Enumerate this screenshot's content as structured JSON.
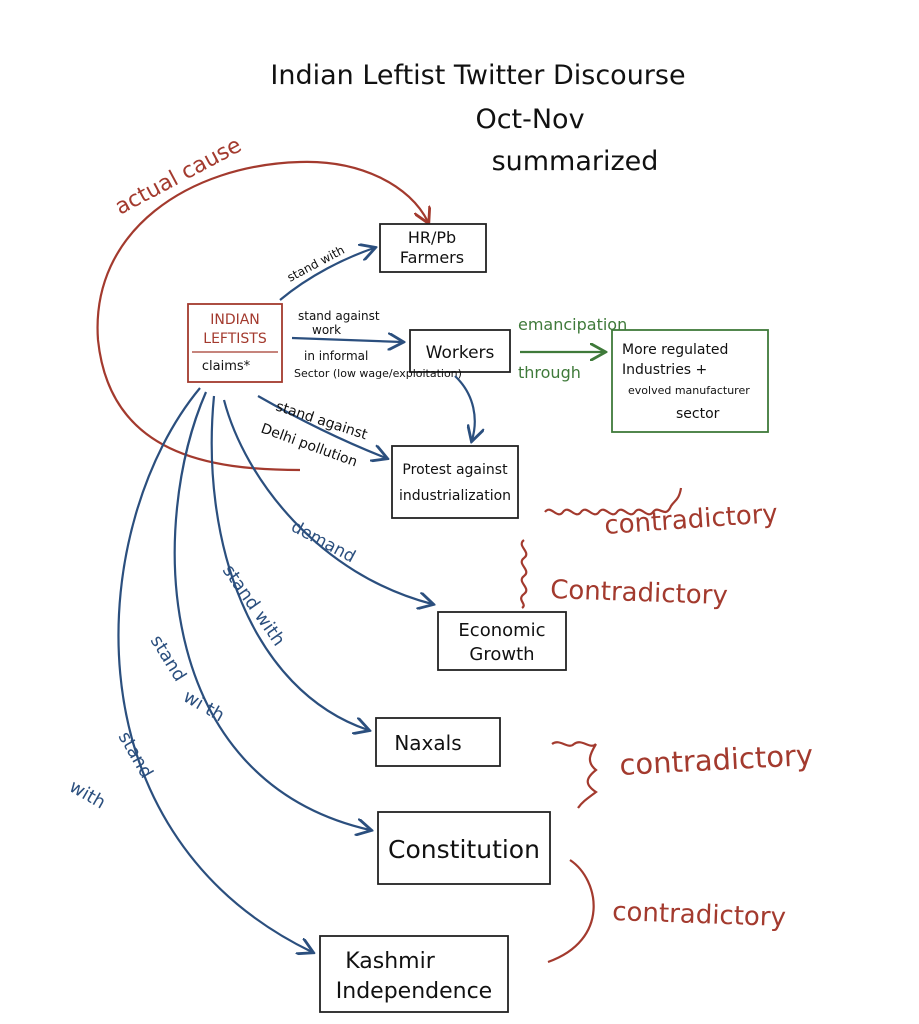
{
  "title": {
    "line1": "Indian Leftist Twitter Discourse",
    "line2": "Oct-Nov",
    "line3": "summarized"
  },
  "nodes": {
    "leftists_line1": "INDIAN",
    "leftists_line2": "LEFTISTS",
    "claims": "claims*",
    "farmers_line1": "HR/Pb",
    "farmers_line2": "Farmers",
    "workers": "Workers",
    "industries_line1": "More regulated",
    "industries_line2": "Industries +",
    "industries_line3": "evolved manufacturer",
    "industries_line4": "sector",
    "protest_line1": "Protest against",
    "protest_line2": "industrialization",
    "growth_line1": "Economic",
    "growth_line2": "Growth",
    "naxals": "Naxals",
    "constitution": "Constitution",
    "kashmir_line1": "Kashmir",
    "kashmir_line2": "Independence"
  },
  "edges": {
    "actual_cause": "actual cause",
    "stand_with_farmers": "stand with",
    "stand_against_work_1": "stand against",
    "stand_against_work_2": "work",
    "informal_1": "in informal",
    "informal_2": "Sector (low wage/exploitation)",
    "emancipation": "emancipation",
    "through": "through",
    "stand_against_pollution_1": "stand against",
    "stand_against_pollution_2": "Delhi pollution",
    "demand": "demand",
    "stand_with_naxals": "stand with",
    "stand_with_constitution_1": "stand",
    "stand_with_constitution_2": "wi th",
    "stand_with_kashmir_1": "stand",
    "stand_with_kashmir_2": "with"
  },
  "contradictions": [
    "contradictory",
    "Contradictory",
    "contradictory",
    "contradictory"
  ],
  "colors": {
    "red": "#a33a2e",
    "blue": "#2b4f7e",
    "green": "#3f7a3a",
    "ink": "#111111"
  }
}
